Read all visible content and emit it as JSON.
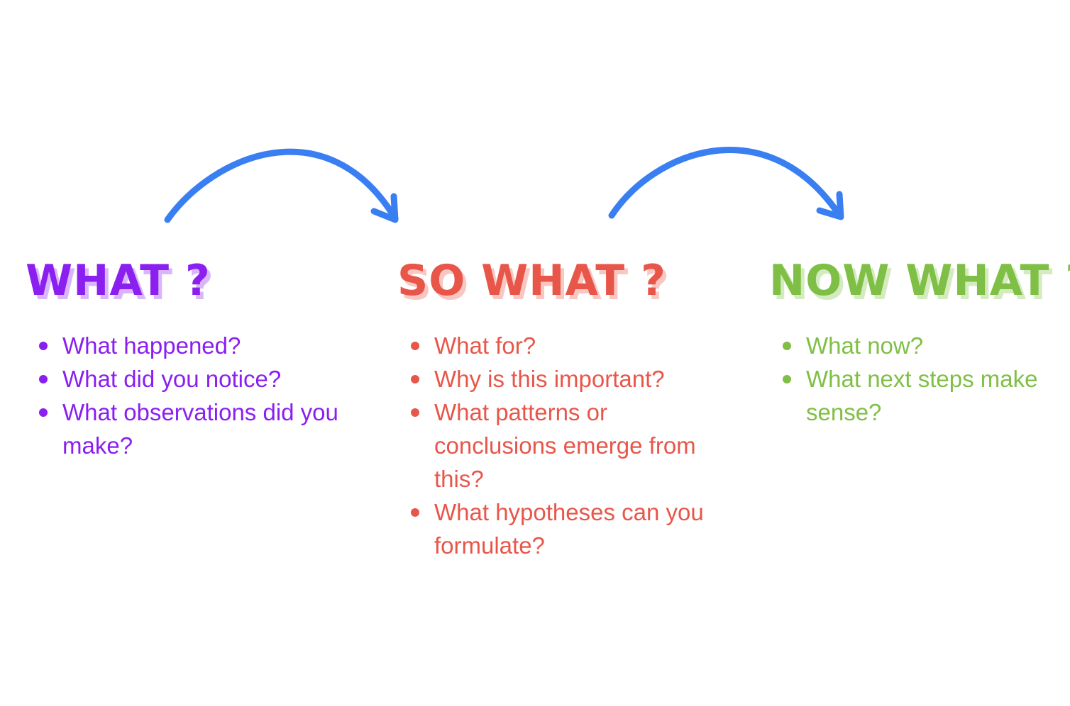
{
  "columns": [
    {
      "heading": "WHAT ?",
      "items": [
        "What happened?",
        "What did you notice?",
        "What observations did you make?"
      ],
      "color": "#8a1ff0",
      "shadow_color": "#d9b6fb"
    },
    {
      "heading": "SO WHAT ?",
      "items": [
        "What for?",
        "Why is this important?",
        "What patterns or conclusions emerge from this?",
        "What hypotheses can you formulate?"
      ],
      "color": "#e8564a",
      "shadow_color": "#f8c7c2"
    },
    {
      "heading": "NOW WHAT ?",
      "items": [
        "What now?",
        "What next steps make sense?"
      ],
      "color": "#7fbf45",
      "shadow_color": "#d4ebbf"
    }
  ],
  "arrows": {
    "color": "#3a7ff2",
    "connections": [
      [
        "WHAT ?",
        "SO WHAT ?"
      ],
      [
        "SO WHAT ?",
        "NOW WHAT ?"
      ]
    ]
  }
}
